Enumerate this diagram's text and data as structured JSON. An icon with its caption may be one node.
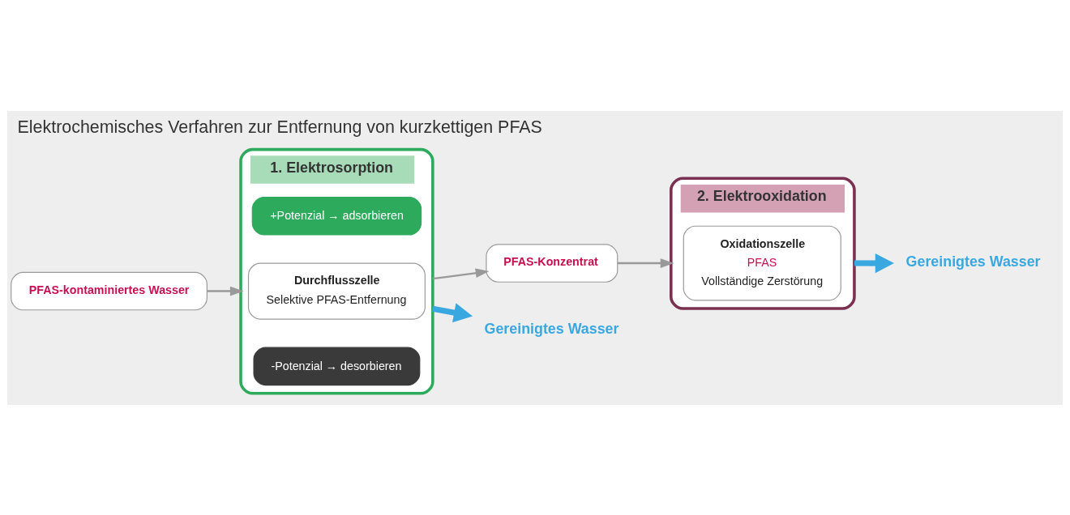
{
  "diagram": {
    "title": "Elektrochemisches Verfahren zur Entfernung von kurzkettigen PFAS",
    "nodes": [
      {
        "text": [
          "PFAS-kontaminiertes Wasser"
        ]
      },
      {
        "text": [
          "1. Elektrosorption"
        ]
      },
      {
        "text": [
          "+Potenzial → adsorbieren"
        ],
        "in": 1
      },
      {
        "text": [
          "Durchflusszelle",
          "Selektive PFAS-Entfernung"
        ],
        "in": 1
      },
      {
        "text": [
          "-Potenzial → desorbieren"
        ],
        "in": 1
      },
      {
        "text": [
          "PFAS-Konzentrat"
        ]
      },
      {
        "text": [
          "2. Elektrooxidation"
        ]
      },
      {
        "text": [
          "Oxidationszelle",
          "PFAS",
          "Vollständige Zerstörung"
        ],
        "in": 6
      },
      {
        "text": [
          "Gereinigtes Wasser"
        ]
      },
      {
        "text": [
          "Gereinigtes Wasser"
        ]
      }
    ],
    "edges": [
      {
        "from": 0,
        "to": 1,
        "arrow": "to"
      },
      {
        "from": 1,
        "to": 5,
        "arrow": "to"
      },
      {
        "from": 5,
        "to": 6,
        "arrow": "to"
      },
      {
        "from": 1,
        "to": 8,
        "arrow": "to",
        "style": "thick",
        "color": "#3aa8e0"
      },
      {
        "from": 6,
        "to": 9,
        "arrow": "to",
        "style": "thick",
        "color": "#3aa8e0"
      }
    ]
  }
}
